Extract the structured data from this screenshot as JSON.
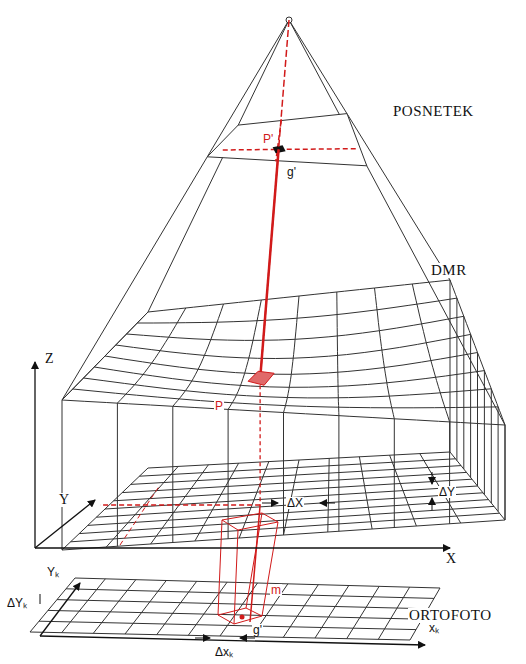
{
  "diagram": {
    "labels": [
      "POSNETEK",
      "DMR",
      "ORTOFOTO",
      "Z",
      "Y",
      "X",
      "P'",
      "g'",
      "P",
      "ΔX",
      "ΔY",
      "Yₖ",
      "ΔYₖ",
      "xₖ",
      "Δxₖ",
      "m",
      "g'"
    ]
  }
}
